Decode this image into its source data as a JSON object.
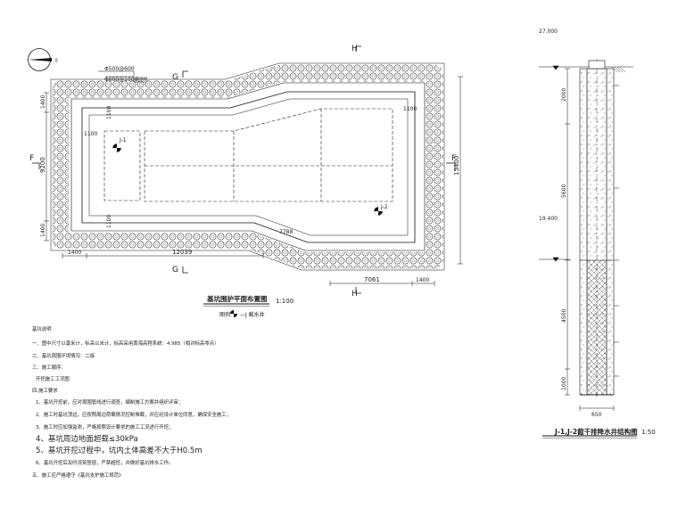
{
  "top_elevation": "27.000",
  "mid_elevation": "19.400",
  "plan": {
    "title": "基坑围护平面布置图",
    "scale": "1:100",
    "legend_label": "图例:",
    "legend_text": "—J 截水井",
    "pile_spec_1": "Φ500@600",
    "pile_spec_2": "Φ600@1000",
    "pile_note": "旋喷桩",
    "wells": [
      "J-1",
      "J-2"
    ],
    "section_marks": [
      "F",
      "G",
      "H"
    ],
    "dims": {
      "left_top": "1400",
      "left_mid": "9200",
      "left_bot": "1400",
      "bot_left": "1400",
      "bot_main": "12039",
      "bot_right_a": "7061",
      "bot_right_b": "1400",
      "right_total": "15400",
      "inner_1100_a": "1100",
      "inner_1100_b": "1100",
      "inner_1100_c": "1100",
      "inner_1100_d": "1100",
      "diag": "7788"
    }
  },
  "section": {
    "title": "J-1,J-2截干排降水井结构图",
    "scale": "1:50",
    "dims": [
      "2000",
      "5600",
      "4500",
      "1000"
    ],
    "width_dim": "650"
  },
  "notes": {
    "heading": "基坑说明",
    "lines": [
      "一、图中尺寸以毫米计，标高以米计，标高采用黄海高程系统：4.985（相对标高零点）",
      "二、基坑周围环境情况：二级",
      "三、施工顺序：",
      "开挖施工工况图"
    ],
    "req_heading": "四.施工要求",
    "reqs": [
      "1、基坑开挖前，应对周围管线进行调查，编制施工方案并组织评审；",
      "2、施工时基坑顶边，应按照周边荷载情况控制堆载，并应经设计单位同意，确保安全施工；",
      "3、施工时应加强监测，严格按照设计要求的施工工况进行开挖；",
      "4、基坑周边地面超载≤30kPa",
      "5、基坑开挖过程中，坑内土体高差不大于H0.5m",
      "6、基坑开挖后及时浇筑垫层，严禁超挖，并做好基坑排水工作。"
    ],
    "last": "五、施工应严格遵守《基坑支护施工规范》"
  }
}
